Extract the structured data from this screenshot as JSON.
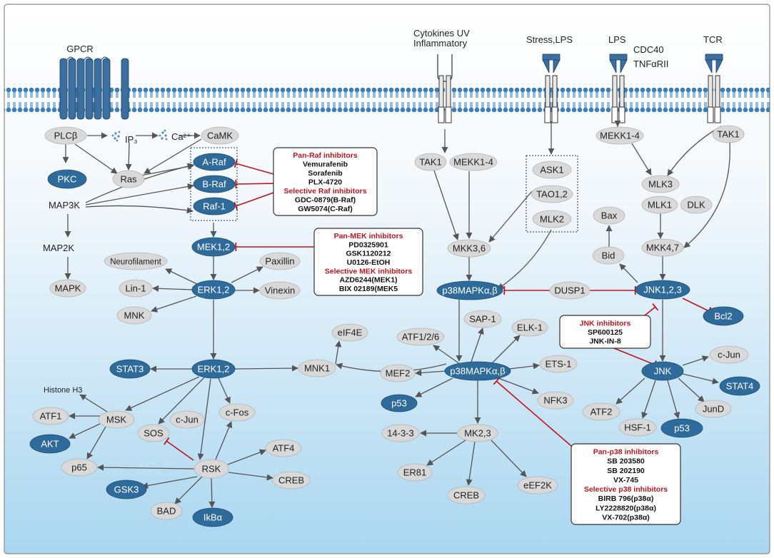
{
  "receptors": {
    "gpcr": "GPCR",
    "cytokines": [
      "Cytokines UV",
      "Inflammatory"
    ],
    "stress": "Stress,LPS",
    "lps": "LPS",
    "cdc40": "CDC40",
    "tnf": "TNFαRII",
    "tcr": "TCR"
  },
  "second_messengers": {
    "ip3": "IP₃",
    "ca": "Ca²⁺"
  },
  "nodes": {
    "plcb": "PLCβ",
    "camk": "CaMK",
    "ras": "Ras",
    "pkc": "PKC",
    "araf": "A-Raf",
    "braf": "B-Raf",
    "raf1": "Raf-1",
    "map3k": "MAP3K",
    "map2k": "MAP2K",
    "mapk": "MAPK",
    "mek12": "MEK1,2",
    "erk12a": "ERK1,2",
    "erk12b": "ERK1,2",
    "neurofilament": "Neurofilament",
    "paxillin": "Paxillin",
    "lin1": "Lin-1",
    "vinexin": "Vinexin",
    "mnk": "MNK",
    "stat3": "STAT3",
    "histone": "Histone H3",
    "atf1": "ATF1",
    "msk": "MSK",
    "akt": "AKT",
    "p65": "p65",
    "sos": "SOS",
    "cjun_erk": "c-Jun",
    "cfos": "c-Fos",
    "rsk": "RSK",
    "atf4": "ATF4",
    "creb_rsk": "CREB",
    "gsk3": "GSK3",
    "bad": "BAD",
    "ikba": "IkBα",
    "mnk1": "MNK1",
    "eif4e": "eIF4E",
    "tak1_a": "TAK1",
    "mekk14_a": "MEKK1-4",
    "ask1": "ASK1",
    "tao12": "TAO1,2",
    "mlk2": "MLK2",
    "mkk36": "MKK3,6",
    "p38top": "p38MAPKα,β",
    "dusp1": "DUSP1",
    "sap1": "SAP-1",
    "atf126": "ATF1/2/6",
    "elk1": "ELK-1",
    "mef2": "MEF2",
    "p38bot": "p38MAPKα,β",
    "ets1": "ETS-1",
    "p53_p38": "p53",
    "nfk3": "NFK3",
    "mk23": "MK2,3",
    "x1433": "14-3-3",
    "er81": "ER81",
    "creb_mk": "CREB",
    "eef2k": "eEF2K",
    "mekk14_b": "MEKK1-4",
    "tak1_b": "TAK1",
    "mlk3": "MLK3",
    "mlk1": "MLK1",
    "dlk": "DLK",
    "bax": "Bax",
    "bid": "Bid",
    "mkk47": "MKK4,7",
    "jnk123": "JNK1,2,3",
    "bcl2": "Bcl2",
    "jnk": "JNK",
    "cjun_jnk": "c-Jun",
    "stat4": "STAT4",
    "atf2": "ATF2",
    "hsf1": "HSF-1",
    "p53_jnk": "p53",
    "jund": "JunD"
  },
  "inhibitor_boxes": {
    "raf": [
      {
        "text": "Pan-Raf inhibitors",
        "header": true
      },
      {
        "text": "Vemurafenib"
      },
      {
        "text": "Sorafenib"
      },
      {
        "text": "PLX-4720"
      },
      {
        "text": "Selective Raf inhibitors",
        "header": true
      },
      {
        "text": "GDC-0879(B-Raf)"
      },
      {
        "text": "GW5074(C-Raf)"
      }
    ],
    "mek": [
      {
        "text": "Pan-MEK inhibitors",
        "header": true
      },
      {
        "text": "PD0325901"
      },
      {
        "text": "GSK1120212"
      },
      {
        "text": "U0126-EtOH"
      },
      {
        "text": "Selective MEK inhibitors",
        "header": true
      },
      {
        "text": "AZD6244(MEK1)"
      },
      {
        "text": "BIX 02189(MEK5"
      }
    ],
    "jnk": [
      {
        "text": "JNK inhibitors",
        "header": true
      },
      {
        "text": "SP600125"
      },
      {
        "text": "JNK-IN-8"
      }
    ],
    "p38": [
      {
        "text": "Pan-p38 inhibitors",
        "header": true
      },
      {
        "text": "SB 203580"
      },
      {
        "text": "SB 202190"
      },
      {
        "text": "VX-745"
      },
      {
        "text": "Selective p38 inhibitors",
        "header": true
      },
      {
        "text": "BIRB 796(p38α)"
      },
      {
        "text": "LY2228820(p38α)"
      },
      {
        "text": "VX-702(p38α)"
      }
    ]
  },
  "colors": {
    "node_gray": "#d9d9d9",
    "node_blue": "#2f6b9a",
    "inhibitor_red": "#c0151f",
    "membrane": "#3b7db8",
    "receptor": "#3a6fa0",
    "arrow": "#555555"
  }
}
